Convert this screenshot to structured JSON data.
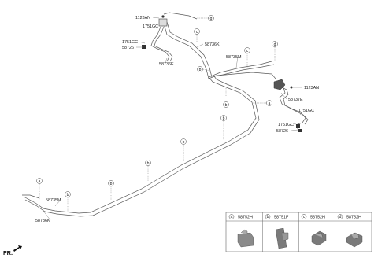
{
  "labels": {
    "p1123an_top": "1123AN",
    "p1751gc_top": "1751GC",
    "p1751gc_left": "1751GC",
    "p58726_left": "58726",
    "p58736k_top": "58736K",
    "p58736e": "58736E",
    "p58735m_top": "58735M",
    "p1123an_right": "1123AN",
    "p58737e": "58737E",
    "p1751gc_right": "1751GC",
    "p1751gc_right2": "1751GC",
    "p58726_right": "58726",
    "p58735m_bottom": "58735M",
    "p58736k_bottom": "58736K"
  },
  "callouts": {
    "a": "a",
    "b": "b",
    "c": "c",
    "d": "d"
  },
  "legend": {
    "items": [
      {
        "letter": "a",
        "part": "58752H"
      },
      {
        "letter": "b",
        "part": "58751F"
      },
      {
        "letter": "c",
        "part": "58752H"
      },
      {
        "letter": "d",
        "part": "58752H"
      }
    ]
  },
  "fr_label": "FR."
}
